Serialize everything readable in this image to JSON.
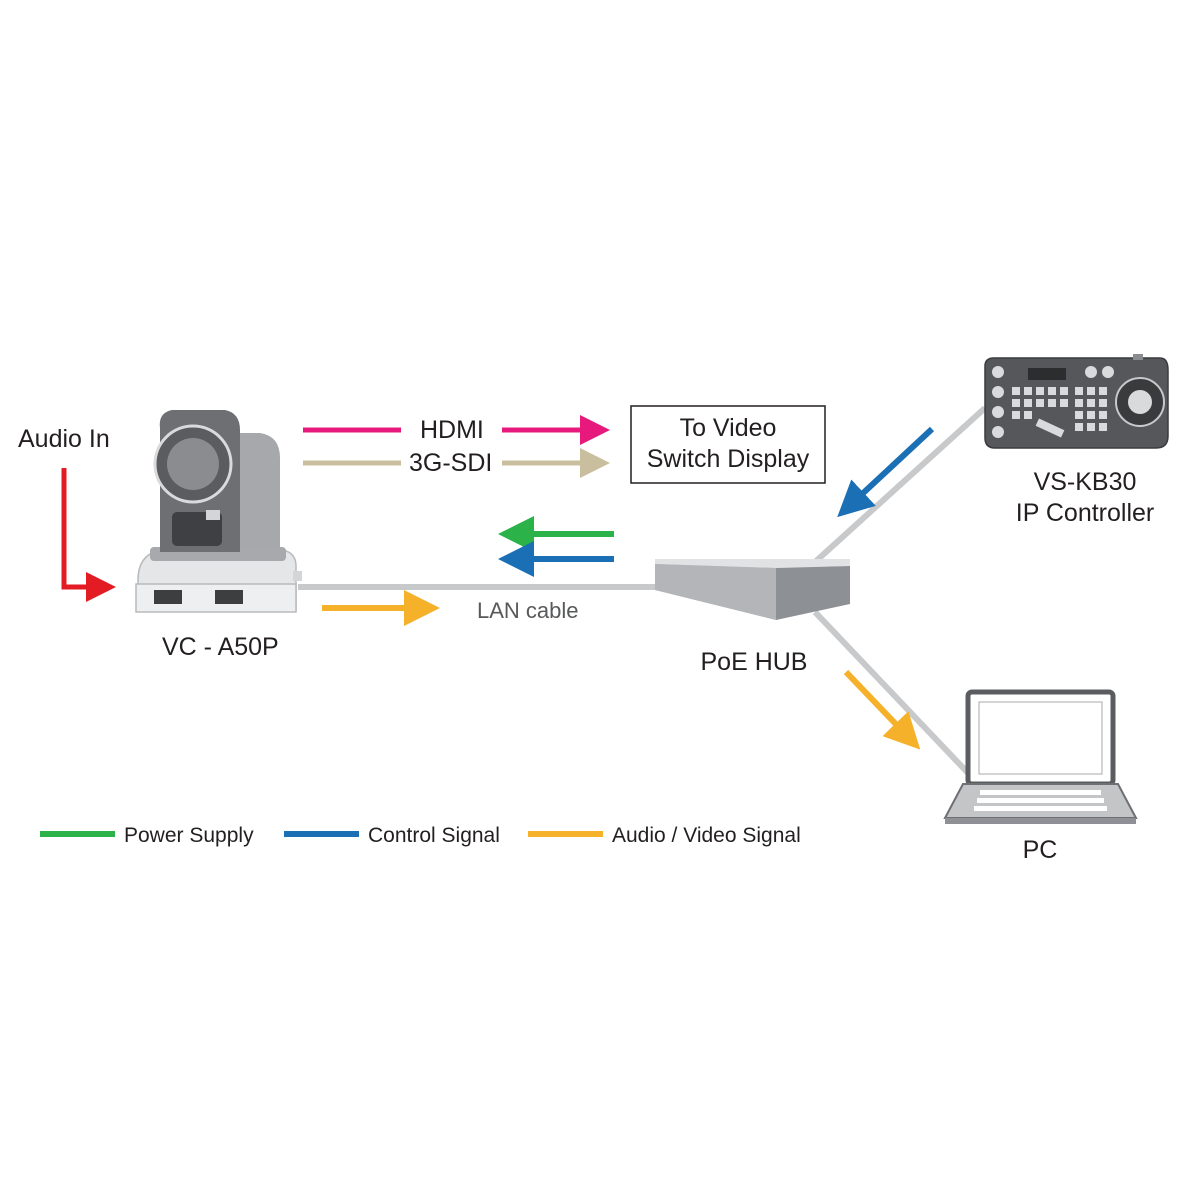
{
  "labels": {
    "audio_in": "Audio In",
    "camera": "VC - A50P",
    "hdmi": "HDMI",
    "sdi": "3G-SDI",
    "display_line1": "To Video",
    "display_line2": "Switch Display",
    "lan_cable": "LAN cable",
    "hub": "PoE HUB",
    "controller_line1": "VS-KB30",
    "controller_line2": "IP  Controller",
    "pc": "PC"
  },
  "legend": [
    {
      "label": "Power Supply",
      "color": "#2bb34a"
    },
    {
      "label": "Control Signal",
      "color": "#1b6fb5"
    },
    {
      "label": "Audio / Video Signal",
      "color": "#f6b12b"
    }
  ],
  "colors": {
    "hdmi": "#e8197d",
    "sdi": "#c9bf9e",
    "audio_in": "#e31b23",
    "cable": "#c8c9cb",
    "power": "#2bb34a",
    "control": "#1b6fb5",
    "av": "#f6b12b"
  },
  "icons": {
    "camera": "ptz-camera-icon",
    "hub": "poe-hub-icon",
    "controller": "keyboard-controller-icon",
    "pc": "laptop-icon"
  }
}
